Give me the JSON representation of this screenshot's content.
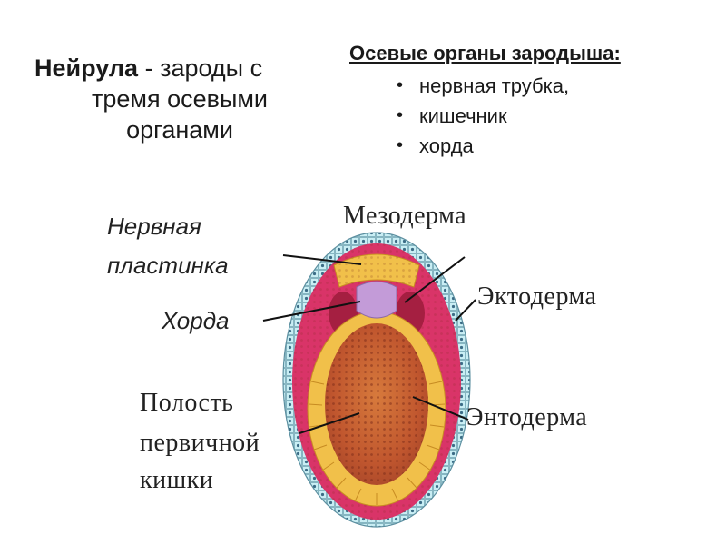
{
  "definition": {
    "term": "Нейрула",
    "line1_rest": " - зароды с",
    "line2": "тремя осевыми",
    "line3": "органами"
  },
  "axial_organs": {
    "title": "Осевые органы зародыша:",
    "items": [
      "нервная трубка,",
      "кишечник",
      "хорда"
    ]
  },
  "diagram": {
    "labels": {
      "neural_plate_1": "Нервная",
      "neural_plate_2": "пластинка",
      "notochord": "Хорда",
      "cavity_1": "Полость",
      "cavity_2": "первичной",
      "cavity_3": "кишки",
      "mesoderm": "Мезодерма",
      "ectoderm": "Эктодерма",
      "endoderm": "Энтодерма"
    },
    "colors": {
      "ectoderm": "#b9e6ee",
      "mesoderm": "#e23a6a",
      "neural_plate": "#f1c04a",
      "notochord": "#c39bd8",
      "endoderm": "#f1c04a",
      "gut_cavity": "#c85d33"
    }
  }
}
